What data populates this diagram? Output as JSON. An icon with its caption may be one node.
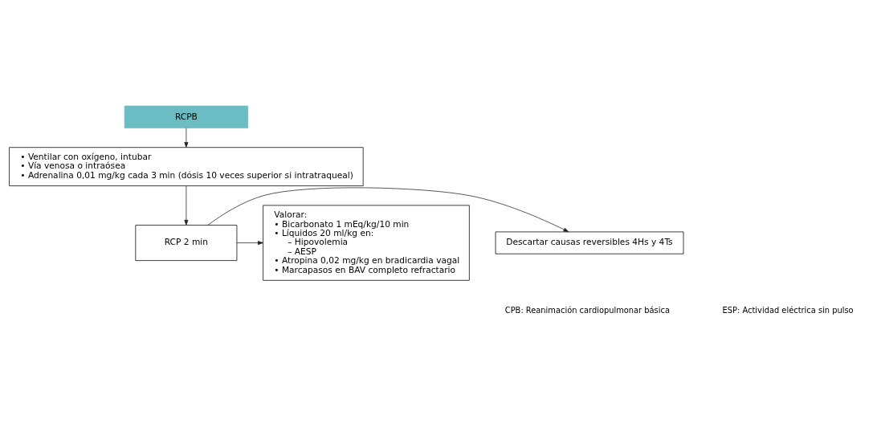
{
  "diagram": {
    "nodes": [
      {
        "text": [
          "RCPB"
        ]
      },
      {
        "text": [
          "• Ventilar con oxígeno, intubar",
          "• Vía venosa o intraósea",
          "• Adrenalina 0,01 mg/kg cada 3 min (dósis 10 veces superior si intratraqueal)"
        ]
      },
      {
        "text": [
          "Descartar causas reversibles 4Hs y 4Ts"
        ]
      },
      {
        "text": [
          "RCP 2 min"
        ]
      },
      {
        "text": [
          "Valorar:",
          "• Bicarbonato 1 mEq/kg/10 min",
          "• Líquidos 20 ml/kg en:",
          "– Hipovolemia",
          "– AESP",
          "• Atropina 0,02 mg/kg en bradicardia vagal",
          "• Marcapasos en BAV completo refractario"
        ]
      }
    ],
    "edges": [
      {
        "from": 0,
        "to": 1,
        "arrow": "to"
      },
      {
        "from": 1,
        "to": 3,
        "arrow": "to"
      },
      {
        "from": 3,
        "to": 2,
        "arrow": "to"
      },
      {
        "from": 3,
        "to": 4,
        "arrow": "to"
      }
    ],
    "labels": [
      "CPB: Reanimación cardiopulmonar básica",
      "ESP: Actividad eléctrica sin pulso"
    ]
  }
}
